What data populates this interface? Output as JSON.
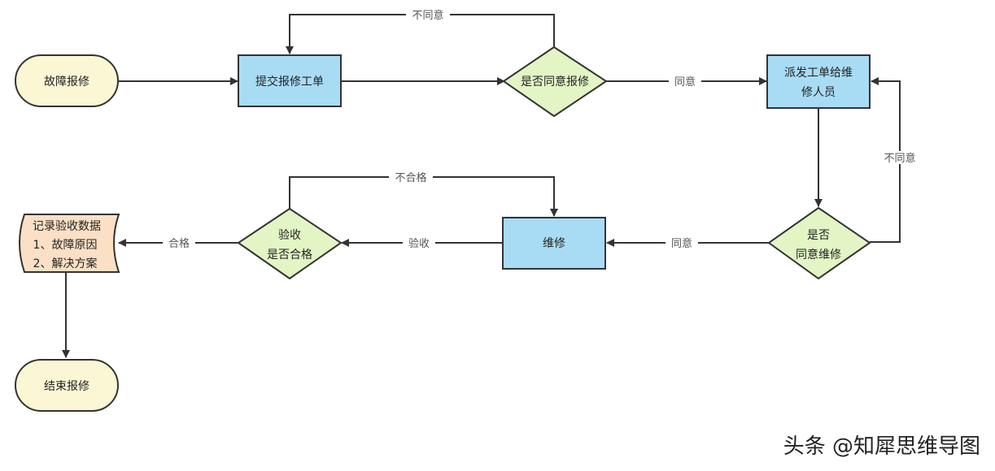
{
  "nodes": {
    "fault_report": "故障报修",
    "submit_order": "提交报修工单",
    "agree_report_q": "是否同意报修",
    "dispatch_l1": "派发工单给维",
    "dispatch_l2": "修人员",
    "agree_repair_q_l1": "是否",
    "agree_repair_q_l2": "同意维修",
    "repair": "维修",
    "accept_q_l1": "验收",
    "accept_q_l2": "是否合格",
    "record_l1": "记录验收数据",
    "record_l2": "1、故障原因",
    "record_l3": "2、解决方案",
    "end": "结束报修"
  },
  "edges": {
    "disagree_top": "不同意",
    "agree_right": "同意",
    "disagree_right": "不同意",
    "agree_bottom": "同意",
    "inspect": "验收",
    "fail": "不合格",
    "pass": "合格"
  },
  "watermark": "头条 @知犀思维导图",
  "colors": {
    "terminal_fill": "#fbf7d4",
    "process_fill": "#a8dcf5",
    "decision_fill": "#e3f5c4",
    "document_fill": "#fbe0c6",
    "stroke": "#333333"
  }
}
